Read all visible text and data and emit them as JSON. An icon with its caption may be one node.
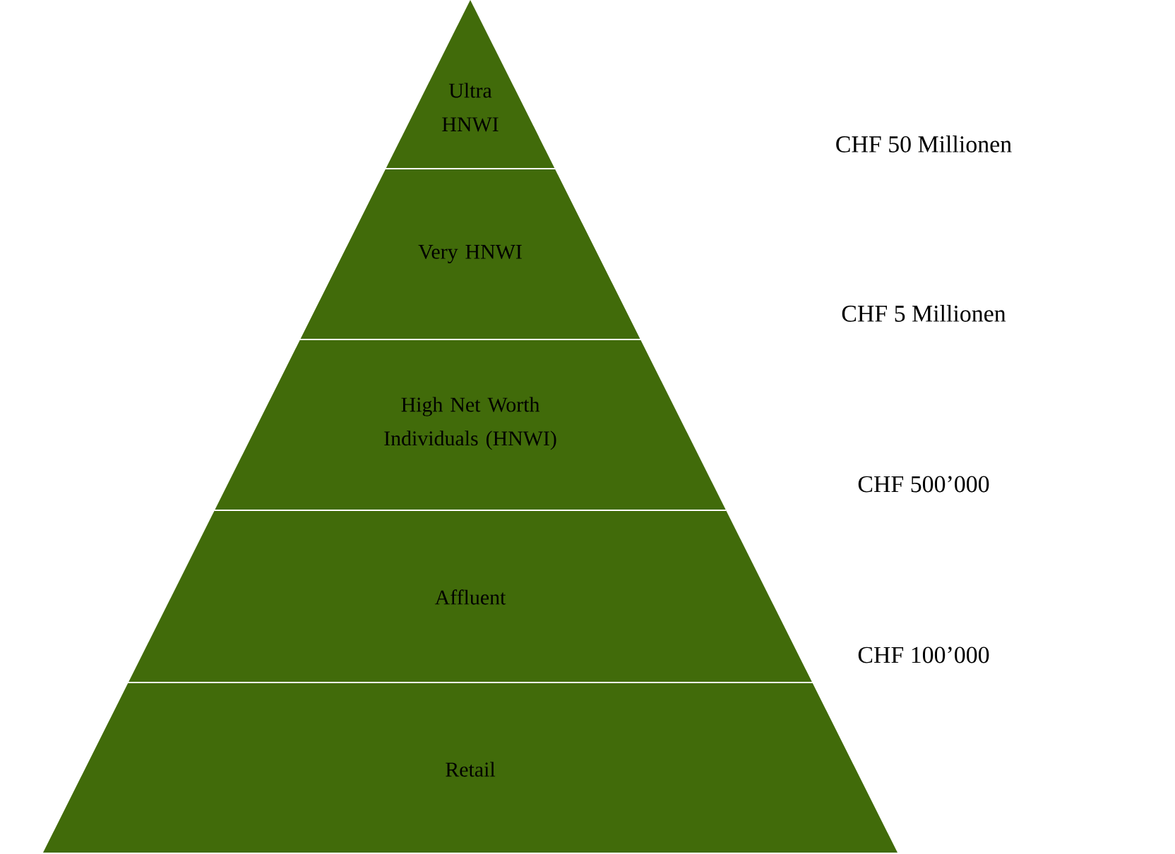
{
  "diagram": {
    "nodes": [
      {
        "text": [
          "Ultra HNWI"
        ]
      },
      {
        "text": [
          "Very HNWI"
        ]
      },
      {
        "text": [
          "High Net Worth Individuals (HNWI)"
        ]
      },
      {
        "text": [
          "Affluent"
        ]
      },
      {
        "text": [
          "Retail"
        ]
      }
    ],
    "labels": [
      "CHF 50 Millionen",
      "CHF 5 Millionen",
      "CHF 500’000",
      "CHF 100’000"
    ]
  }
}
